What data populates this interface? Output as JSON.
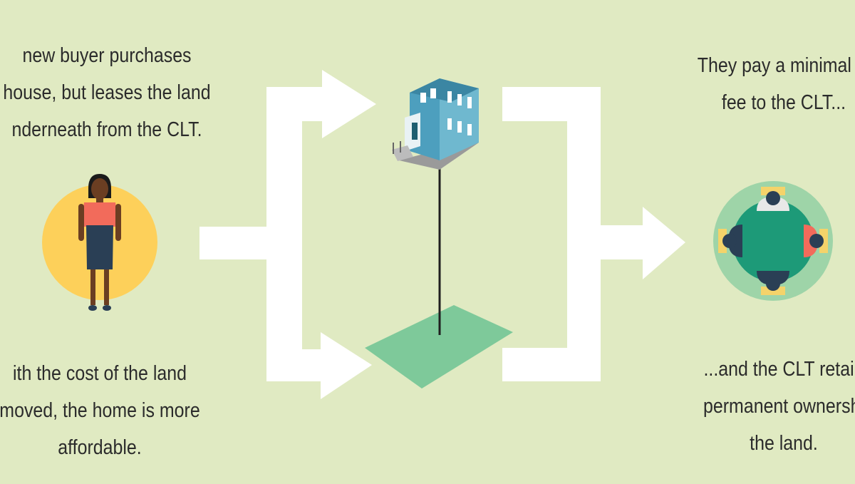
{
  "captions": {
    "buyer": [
      "new buyer purchases",
      "house, but leases the land",
      "nderneath from the CLT."
    ],
    "cost": [
      "ith the cost of the land",
      "moved, the home is more",
      "affordable."
    ],
    "fee": [
      "They pay a minimal le",
      "fee to the CLT..."
    ],
    "retain": [
      "...and the CLT retain",
      "permanent ownershi",
      "the land."
    ]
  },
  "colors": {
    "background": "#e0eac2",
    "arrow": "#ffffff",
    "circle_yellow": "#fdd05a",
    "circle_green": "#9ed4a8",
    "table_teal": "#1d9a78",
    "land": "#7ec99a",
    "house": "#6fb8cf"
  }
}
